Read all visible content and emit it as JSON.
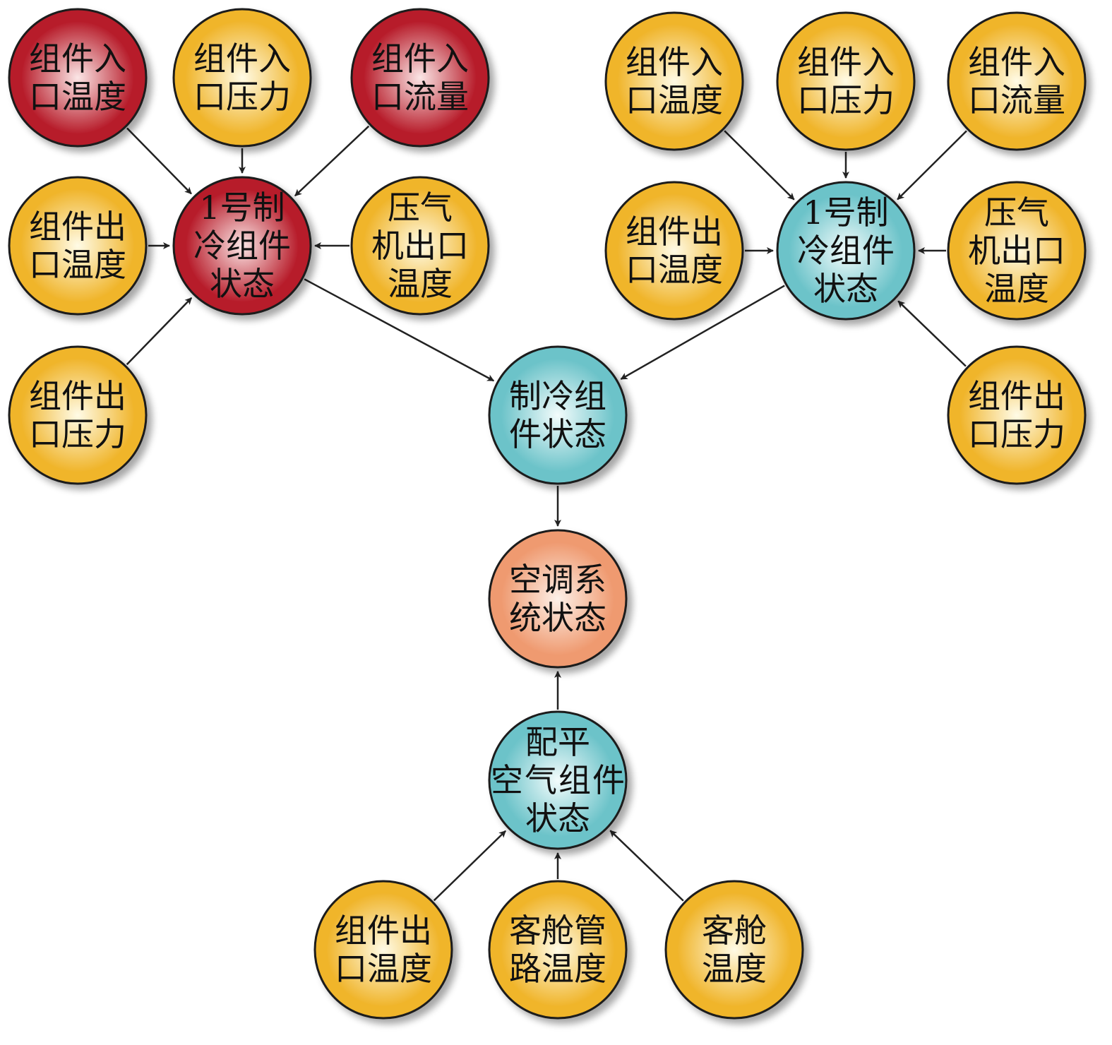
{
  "colors": {
    "red": [
      "#fbe6e6",
      "#b71c2a"
    ],
    "yellow": [
      "#fffbe6",
      "#f0b52c"
    ],
    "teal": [
      "#f3fcfc",
      "#6cc3c9"
    ],
    "salmon": [
      "#fdf0e8",
      "#ef9a70"
    ],
    "edge": "#222222"
  },
  "nodes": [
    {
      "id": "l_in_temp",
      "color": "red",
      "lines": [
        "组件入",
        "口温度"
      ]
    },
    {
      "id": "l_in_press",
      "color": "yellow",
      "lines": [
        "组件入",
        "口压力"
      ]
    },
    {
      "id": "l_in_flow",
      "color": "red",
      "lines": [
        "组件入",
        "口流量"
      ]
    },
    {
      "id": "l_out_temp",
      "color": "yellow",
      "lines": [
        "组件出",
        "口温度"
      ]
    },
    {
      "id": "l_pack",
      "color": "red",
      "lines": [
        "1号制",
        "冷组件",
        "状态"
      ]
    },
    {
      "id": "l_comp",
      "color": "yellow",
      "lines": [
        "压气",
        "机出口",
        "温度"
      ]
    },
    {
      "id": "l_out_press",
      "color": "yellow",
      "lines": [
        "组件出",
        "口压力"
      ]
    },
    {
      "id": "r_in_temp",
      "color": "yellow",
      "lines": [
        "组件入",
        "口温度"
      ]
    },
    {
      "id": "r_in_press",
      "color": "yellow",
      "lines": [
        "组件入",
        "口压力"
      ]
    },
    {
      "id": "r_in_flow",
      "color": "yellow",
      "lines": [
        "组件入",
        "口流量"
      ]
    },
    {
      "id": "r_out_temp",
      "color": "yellow",
      "lines": [
        "组件出",
        "口温度"
      ]
    },
    {
      "id": "r_pack",
      "color": "teal",
      "lines": [
        "1号制",
        "冷组件",
        "状态"
      ]
    },
    {
      "id": "r_comp",
      "color": "yellow",
      "lines": [
        "压气",
        "机出口",
        "温度"
      ]
    },
    {
      "id": "r_out_press",
      "color": "yellow",
      "lines": [
        "组件出",
        "口压力"
      ]
    },
    {
      "id": "cooling",
      "color": "teal",
      "lines": [
        "制冷组",
        "件状态"
      ]
    },
    {
      "id": "ac",
      "color": "salmon",
      "lines": [
        "空调系",
        "统状态"
      ]
    },
    {
      "id": "trim",
      "color": "teal",
      "lines": [
        "配平",
        "空气组件",
        "状态"
      ]
    },
    {
      "id": "b_out_temp",
      "color": "yellow",
      "lines": [
        "组件出",
        "口温度"
      ]
    },
    {
      "id": "b_duct",
      "color": "yellow",
      "lines": [
        "客舱管",
        "路温度"
      ]
    },
    {
      "id": "b_cabin",
      "color": "yellow",
      "lines": [
        "客舱",
        "温度"
      ]
    }
  ],
  "edges": [
    [
      "l_in_temp",
      "l_pack"
    ],
    [
      "l_in_press",
      "l_pack"
    ],
    [
      "l_in_flow",
      "l_pack"
    ],
    [
      "l_out_temp",
      "l_pack"
    ],
    [
      "l_comp",
      "l_pack"
    ],
    [
      "l_out_press",
      "l_pack"
    ],
    [
      "r_in_temp",
      "r_pack"
    ],
    [
      "r_in_press",
      "r_pack"
    ],
    [
      "r_in_flow",
      "r_pack"
    ],
    [
      "r_out_temp",
      "r_pack"
    ],
    [
      "r_comp",
      "r_pack"
    ],
    [
      "r_out_press",
      "r_pack"
    ],
    [
      "l_pack",
      "cooling"
    ],
    [
      "r_pack",
      "cooling"
    ],
    [
      "cooling",
      "ac"
    ],
    [
      "trim",
      "ac"
    ],
    [
      "b_out_temp",
      "trim"
    ],
    [
      "b_duct",
      "trim"
    ],
    [
      "b_cabin",
      "trim"
    ]
  ]
}
